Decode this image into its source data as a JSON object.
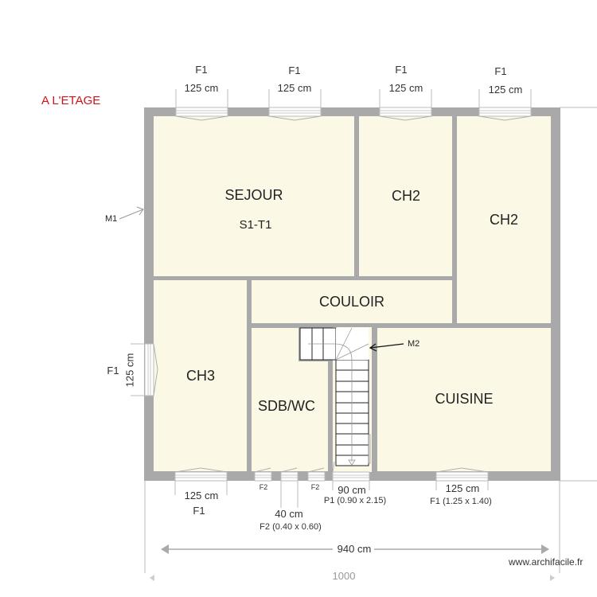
{
  "title": "A L'ETAGE",
  "colors": {
    "wall": "#a9a9a9",
    "room_fill": "#fbf8e6",
    "title_red": "#d0121b",
    "text": "#222222"
  },
  "rooms": {
    "sejour": {
      "name": "SEJOUR",
      "sub": "S1-T1"
    },
    "ch2_a": {
      "name": "CH2"
    },
    "ch2_b": {
      "name": "CH2"
    },
    "couloir": {
      "name": "COULOIR"
    },
    "ch3": {
      "name": "CH3"
    },
    "sdb": {
      "name": "SDB/WC"
    },
    "cuisine": {
      "name": "CUISINE"
    }
  },
  "openings": {
    "top": [
      {
        "type": "F1",
        "dim": "125 cm"
      },
      {
        "type": "F1",
        "dim": "125 cm"
      },
      {
        "type": "F1",
        "dim": "125 cm"
      },
      {
        "type": "F1",
        "dim": "125 cm"
      }
    ],
    "left": {
      "type": "F1",
      "dim": "125 cm"
    },
    "bottom_ch3": {
      "type": "F1",
      "dim": "125 cm"
    },
    "bottom_f2_left": {
      "type": "F2"
    },
    "bottom_f2_right": {
      "type": "F2"
    },
    "bottom_f2_dim": "40 cm",
    "bottom_f2_spec": "F2 (0.40 x 0.60)",
    "door": {
      "dim": "90 cm",
      "spec": "P1 (0.90 x 2.15)"
    },
    "bottom_cuisine": {
      "dim": "125 cm",
      "spec": "F1 (1.25 x 1.40)"
    }
  },
  "markers": {
    "m1": "M1",
    "m2": "M2"
  },
  "dimensions": {
    "overall_width": "940 cm",
    "cut_off": "1000"
  },
  "watermark": "www.archifacile.fr"
}
